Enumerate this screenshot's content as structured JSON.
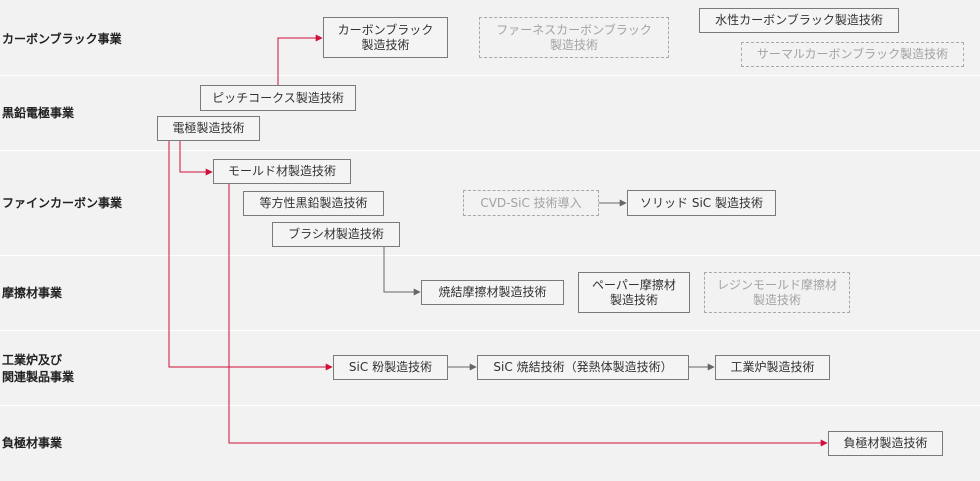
{
  "rows": [
    {
      "id": "carbon-black",
      "label": "カーボンブラック事業"
    },
    {
      "id": "graphite-electrode",
      "label": "黒鉛電極事業"
    },
    {
      "id": "fine-carbon",
      "label": "ファインカーボン事業"
    },
    {
      "id": "friction",
      "label": "摩擦材事業"
    },
    {
      "id": "furnace",
      "label": "工業炉及び\n関連製品事業"
    },
    {
      "id": "anode",
      "label": "負極材事業"
    }
  ],
  "technologies": {
    "carbon_black_mfg": "カーボンブラック\n製造技術",
    "furnace_carbon_black": "ファーネスカーボンブラック\n製造技術",
    "aqueous_carbon_black": "水性カーボンブラック製造技術",
    "thermal_carbon_black": "サーマルカーボンブラック製造技術",
    "pitch_coke": "ピッチコークス製造技術",
    "electrode": "電極製造技術",
    "molded_material": "モールド材製造技術",
    "isotropic_graphite": "等方性黒鉛製造技術",
    "brush_material": "ブラシ材製造技術",
    "cvd_sic": "CVD-SiC 技術導入",
    "solid_sic": "ソリッド SiC 製造技術",
    "sintered_friction": "焼結摩擦材製造技術",
    "paper_friction": "ペーパー摩擦材\n製造技術",
    "resin_mold_friction": "レジンモールド摩擦材\n製造技術",
    "sic_powder": "SiC 粉製造技術",
    "sic_sintering": "SiC 焼結技術（発熱体製造技術）",
    "industrial_furnace": "工業炉製造技術",
    "anode_material": "負極材製造技術"
  },
  "colors": {
    "background": "#f2f2f2",
    "row_divider": "#ffffff",
    "primary_link": "#d0103a",
    "secondary_link": "#666666",
    "box_border": "#7a7a7a",
    "future_border": "#a8a8a8",
    "future_text": "#a3a3a3"
  }
}
